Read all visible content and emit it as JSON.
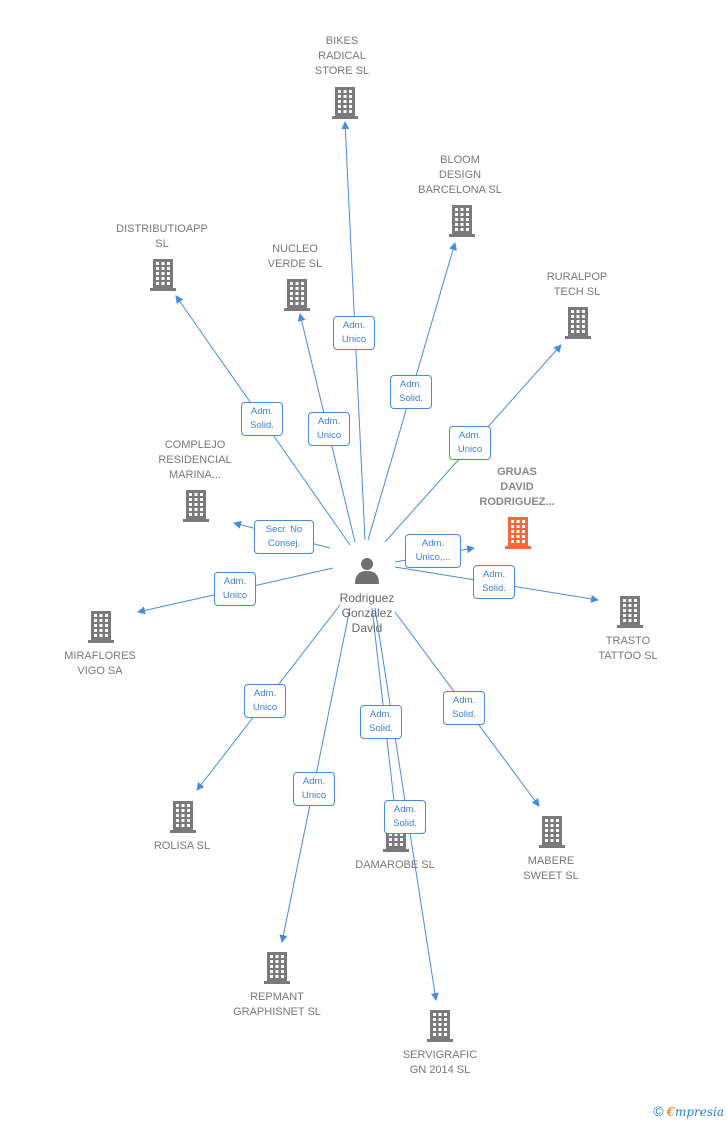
{
  "center": {
    "name": "Rodriguez\nGonzalez\nDavid"
  },
  "nodes": [
    {
      "id": "bikes",
      "name": "BIKES\nRADICAL\nSTORE SL",
      "role": "Adm.\nUnico"
    },
    {
      "id": "bloom",
      "name": "BLOOM\nDESIGN\nBARCELONA SL",
      "role": "Adm.\nSolid."
    },
    {
      "id": "distributio",
      "name": "DISTRIBUTIOAPP\nSL",
      "role": "Adm.\nSolid."
    },
    {
      "id": "nucleo",
      "name": "NUCLEO\nVERDE SL",
      "role": "Adm.\nUnico"
    },
    {
      "id": "ruralpop",
      "name": "RURALPOP\nTECH  SL",
      "role": "Adm.\nUnico"
    },
    {
      "id": "complejo",
      "name": "COMPLEJO\nRESIDENCIAL\nMARINA...",
      "role": "Secr.  No\nConsej."
    },
    {
      "id": "gruas",
      "name": "GRUAS\nDAVID\nRODRIGUEZ...",
      "role": "Adm.\nUnico,...",
      "highlight": true
    },
    {
      "id": "trasto",
      "name": "TRASTO\nTATTOO SL",
      "role": "Adm.\nSolid."
    },
    {
      "id": "miraflores",
      "name": "MIRAFLORES\nVIGO SA",
      "role": "Adm.\nUnico"
    },
    {
      "id": "rolisa",
      "name": "ROLISA  SL",
      "role": "Adm.\nUnico"
    },
    {
      "id": "damarobe",
      "name": "DAMAROBE  SL",
      "role": "Adm.\nSolid."
    },
    {
      "id": "mabere",
      "name": "MABERE\nSWEET  SL",
      "role": "Adm.\nSolid."
    },
    {
      "id": "repmant",
      "name": "REPMANT\nGRAPHISNET SL",
      "role": "Adm.\nUnico"
    },
    {
      "id": "servigrafic",
      "name": "SERVIGRAFIC\nGN 2014  SL",
      "role": "Adm.\nSolid."
    }
  ],
  "footer": {
    "copyright": "©",
    "brand_initial": "€",
    "brand_rest": "mpresia"
  },
  "colors": {
    "edge": "#4a8bd9",
    "building": "#7a7a7a",
    "highlight": "#f26a3a",
    "person": "#707070"
  }
}
